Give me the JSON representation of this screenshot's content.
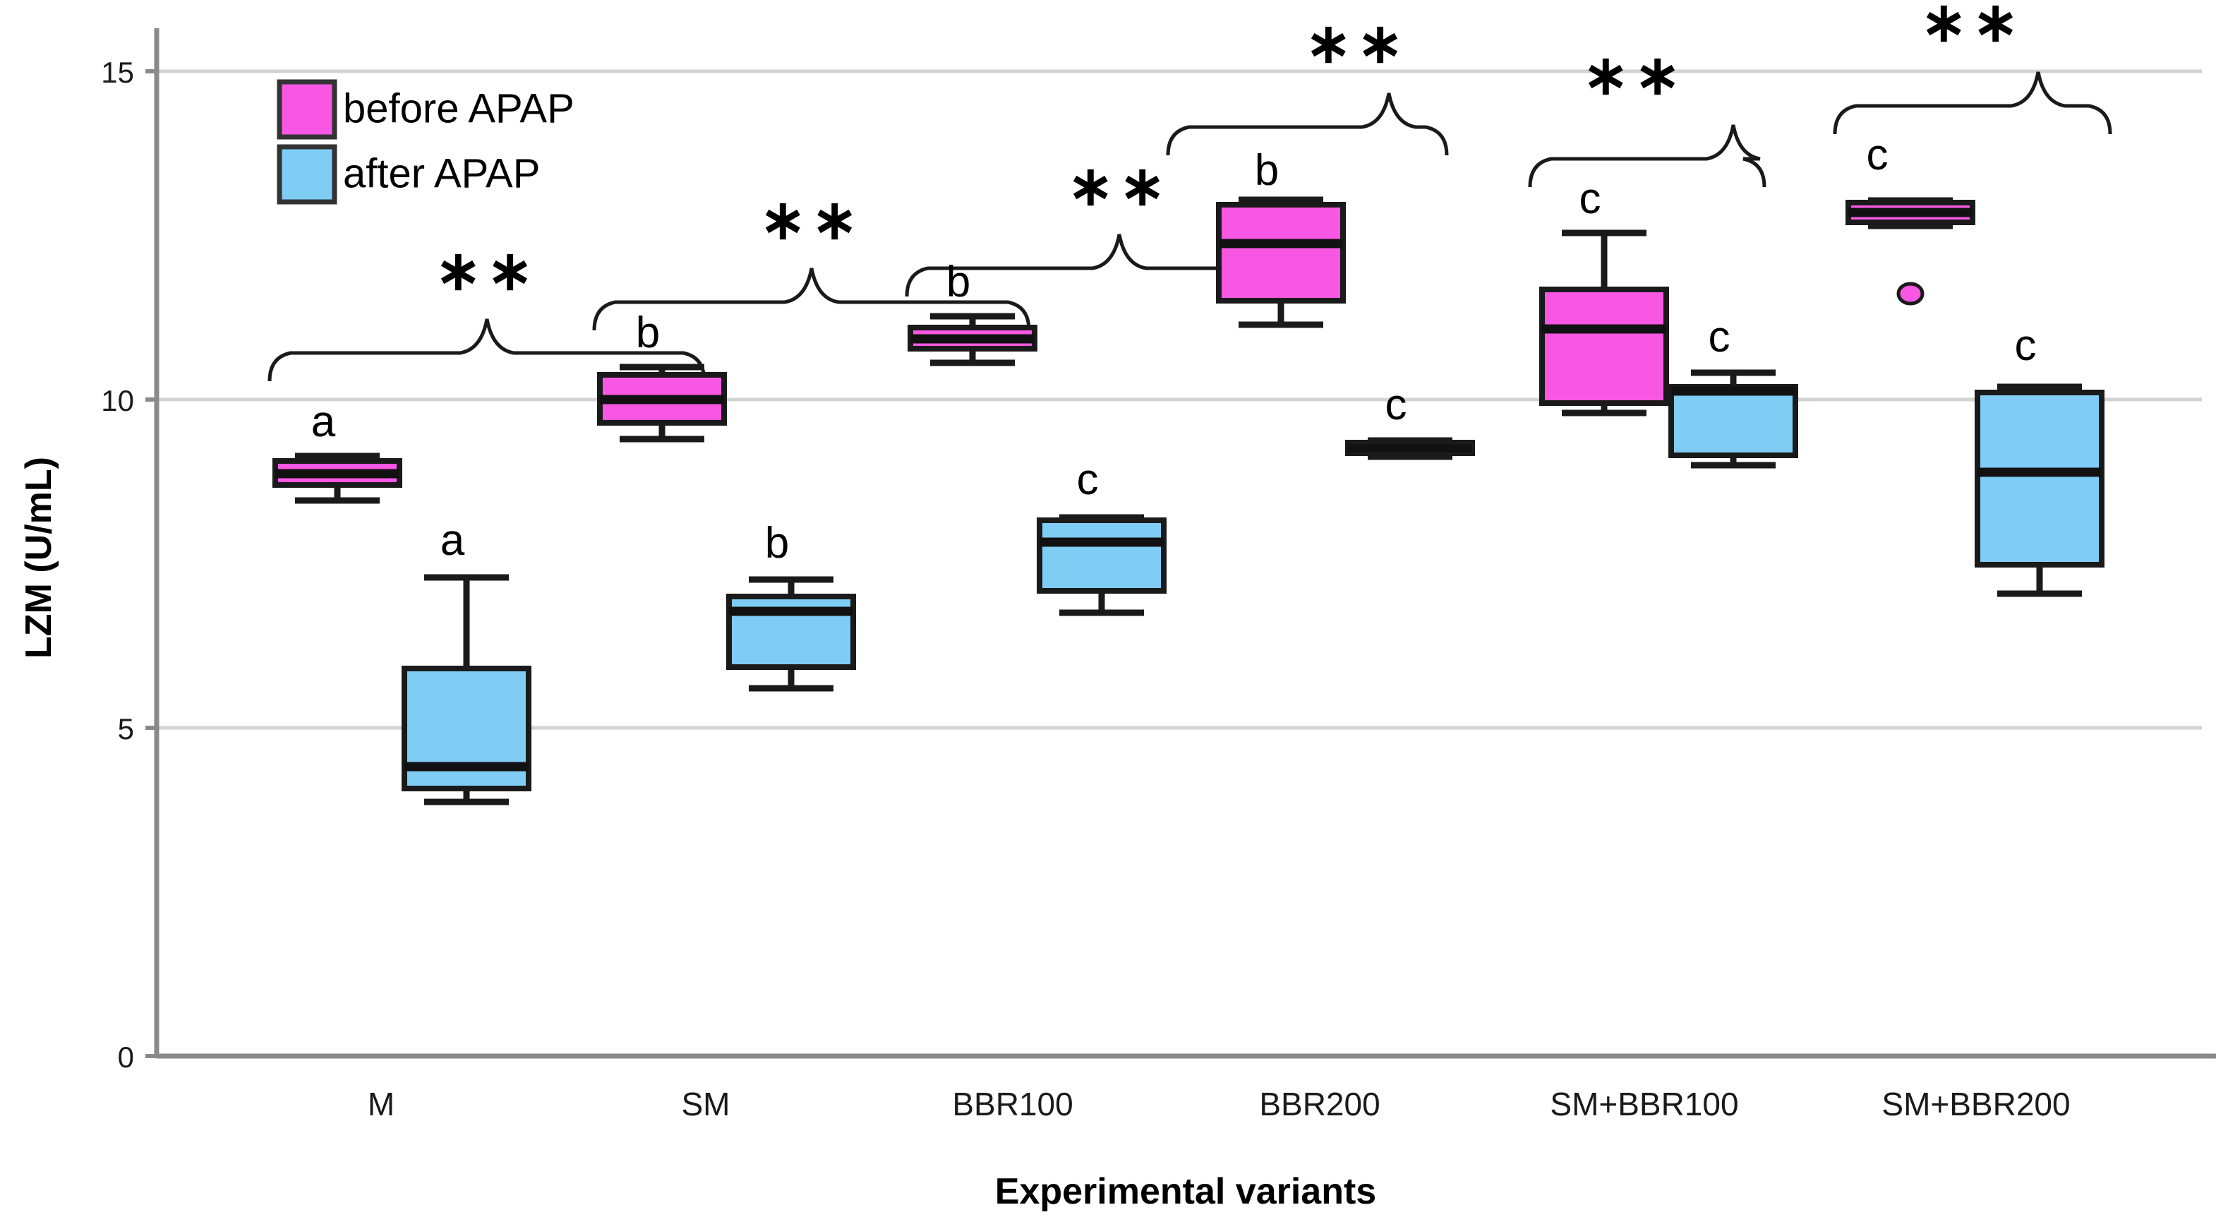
{
  "chart_data": {
    "type": "box",
    "title": "",
    "xlabel": "Experimental variants",
    "ylabel": "LZM (U/mL)",
    "ylim": [
      0,
      15.8
    ],
    "yticks": [
      0,
      5,
      10,
      15
    ],
    "ytick_labels": [
      "0",
      "5",
      "10",
      "15"
    ],
    "grid": "horizontal-only",
    "categories": [
      "M",
      "SM",
      "BBR100",
      "BBR200",
      "SM+BBR100",
      "SM+BBR200"
    ],
    "legend": {
      "position": "top-left-inside",
      "entries": [
        {
          "label": "before APAP",
          "color": "#F757E3"
        },
        {
          "label": "after APAP",
          "color": "#7FCCF5"
        }
      ]
    },
    "series": [
      {
        "name": "before APAP",
        "color": "#F757E3",
        "boxes": [
          {
            "category": "M",
            "whisker_low": 8.82,
            "q1": 9.05,
            "median": 9.18,
            "q3": 9.32,
            "whisker_high": 9.5,
            "outliers": [],
            "letter": "a"
          },
          {
            "category": "SM",
            "whisker_low": 9.4,
            "q1": 9.62,
            "median": 10.0,
            "q3": 10.35,
            "whisker_high": 10.52,
            "outliers": [],
            "letter": "b"
          },
          {
            "category": "BBR100",
            "whisker_low": 10.7,
            "q1": 10.84,
            "median": 11.0,
            "q3": 11.16,
            "whisker_high": 11.28,
            "outliers": [],
            "letter": "b"
          },
          {
            "category": "BBR200",
            "whisker_low": 11.15,
            "q1": 11.52,
            "median": 12.4,
            "q3": 12.98,
            "whisker_high": 13.05,
            "outliers": [],
            "letter": "b"
          },
          {
            "category": "SM+BBR100",
            "whisker_low": 9.8,
            "q1": 9.95,
            "median": 11.15,
            "q3": 11.68,
            "whisker_high": 12.42,
            "outliers": [],
            "letter": "c"
          },
          {
            "category": "SM+BBR200",
            "whisker_low": 12.58,
            "q1": 12.62,
            "median": 12.76,
            "q3": 12.92,
            "whisker_high": 12.95,
            "outliers": [
              11.52
            ],
            "letter": "c"
          }
        ]
      },
      {
        "name": "after APAP",
        "color": "#7FCCF5",
        "boxes": [
          {
            "category": "M",
            "whisker_low": 3.88,
            "q1": 4.08,
            "median": 4.42,
            "q3": 5.9,
            "whisker_high": 7.28,
            "outliers": [],
            "letter": "a"
          },
          {
            "category": "SM",
            "whisker_low": 6.55,
            "q1": 6.88,
            "median": 7.72,
            "q3": 7.95,
            "whisker_high": 8.2,
            "outliers": [],
            "letter": "b"
          },
          {
            "category": "BBR100",
            "whisker_low": 7.4,
            "q1": 7.8,
            "median": 8.55,
            "q3": 8.88,
            "whisker_high": 8.92,
            "outliers": [],
            "letter": "c"
          },
          {
            "category": "BBR200",
            "whisker_low": 9.1,
            "q1": 9.14,
            "median": 9.22,
            "q3": 9.3,
            "whisker_high": 9.32,
            "outliers": [],
            "letter": "c"
          },
          {
            "category": "SM+BBR100",
            "whisker_low": 9.05,
            "q1": 9.18,
            "median": 10.18,
            "q3": 10.22,
            "whisker_high": 10.4,
            "outliers": [],
            "letter": "c"
          },
          {
            "category": "SM+BBR200",
            "whisker_low": 7.05,
            "q1": 7.48,
            "median": 8.88,
            "q3": 10.1,
            "whisker_high": 10.18,
            "outliers": [],
            "letter": "c"
          }
        ]
      }
    ],
    "significance_brackets": [
      {
        "category": "M",
        "label": "**"
      },
      {
        "category": "SM",
        "label": "**"
      },
      {
        "category": "BBR100",
        "label": "**"
      },
      {
        "category": "BBR200",
        "label": "**"
      },
      {
        "category": "SM+BBR100",
        "label": "**"
      },
      {
        "category": "SM+BBR200",
        "label": "**"
      }
    ]
  },
  "axes": {
    "y_tick_0": "0",
    "y_tick_5": "5",
    "y_tick_10": "10",
    "y_tick_15": "15",
    "y_title": "LZM (U/mL)",
    "x_title": "Experimental variants"
  },
  "categories": {
    "c0": "M",
    "c1": "SM",
    "c2": "BBR100",
    "c3": "BBR200",
    "c4": "SM+BBR100",
    "c5": "SM+BBR200"
  },
  "legend": {
    "before": "before APAP",
    "after": "after APAP"
  },
  "letters": {
    "m_pink": "a",
    "m_blue": "a",
    "sm_pink": "b",
    "sm_blue": "b",
    "b100_pink": "b",
    "b100_blue": "c",
    "b200_pink": "b",
    "b200_blue": "c",
    "sb100_pink": "c",
    "sb100_blue": "c",
    "sb200_pink": "c",
    "sb200_blue": "c"
  },
  "significance": {
    "s0": "∗∗",
    "s1": "∗∗",
    "s2": "∗∗",
    "s3": "∗∗",
    "s4": "∗∗",
    "s5": "∗∗"
  },
  "colors": {
    "before_fill": "#F757E3",
    "after_fill": "#7FCCF5",
    "box_stroke": "#1a1a1a",
    "grid": "#d0d0d0",
    "axis": "#808080"
  }
}
